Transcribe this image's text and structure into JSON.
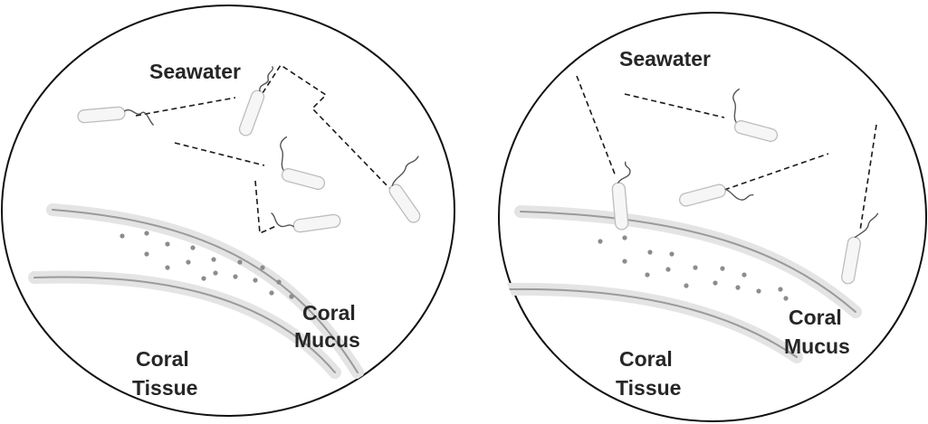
{
  "panels": [
    {
      "seawater_label": "Seawater",
      "coral_mucus_label": [
        "Coral",
        "Mucus"
      ],
      "coral_tissue_label": [
        "Coral",
        "Tissue"
      ]
    },
    {
      "seawater_label": "Seawater",
      "coral_mucus_label": [
        "Coral",
        "Mucus"
      ],
      "coral_tissue_label": [
        "Coral",
        "Tissue"
      ]
    }
  ]
}
